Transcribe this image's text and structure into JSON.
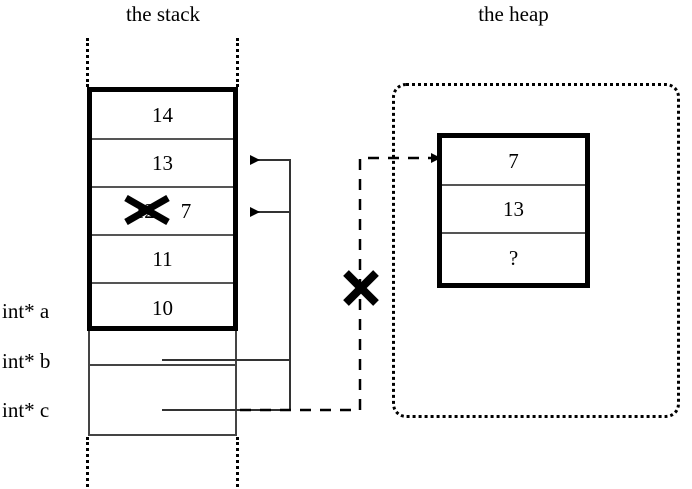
{
  "diagram": {
    "stack": {
      "title": "the stack",
      "cells": [
        {
          "value": "14",
          "struck": false
        },
        {
          "value": "13",
          "struck": false
        },
        {
          "value": "12",
          "struck": true,
          "new_value": "7"
        },
        {
          "value": "11",
          "struck": false
        },
        {
          "value": "10",
          "struck": false
        }
      ],
      "variables": [
        {
          "label": "int* a",
          "points_to": "stack-cell-10"
        },
        {
          "label": "int* b",
          "points_to": "stack-cell-12"
        },
        {
          "label": "int* c",
          "points_to": "stack-cell-13"
        }
      ]
    },
    "heap": {
      "title": "the heap",
      "cells": [
        {
          "value": "7"
        },
        {
          "value": "13"
        },
        {
          "value": "?"
        }
      ]
    },
    "annotations": {
      "crossed_out_pointer": "✕",
      "strike_mark": "✕"
    },
    "colors": {
      "ink": "#000000",
      "rule": "#555555",
      "background": "#ffffff"
    }
  }
}
